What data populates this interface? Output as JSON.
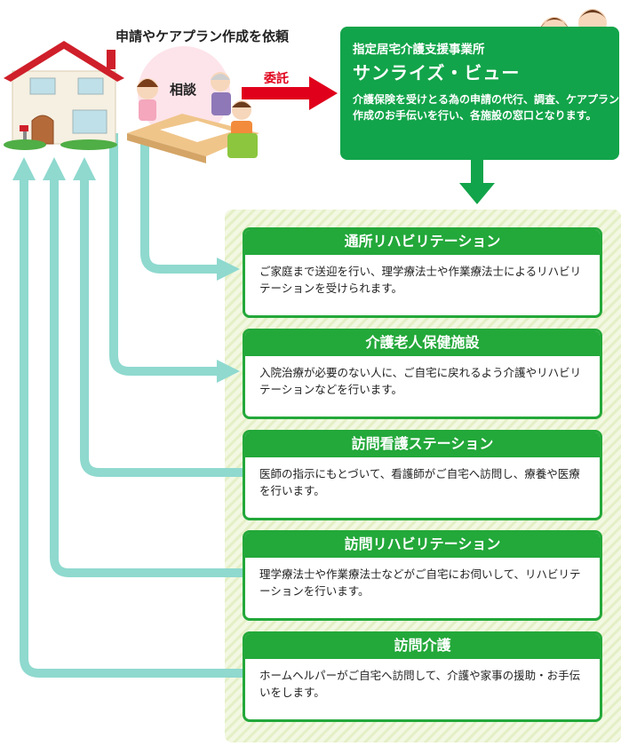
{
  "top_caption": "申請やケアプラン作成を依頼",
  "consult_label": "相談",
  "delegate_label": "委託",
  "provider": {
    "kind": "指定居宅介護支援事業所",
    "name": "サンライズ・ビュー",
    "description": "介護保険を受けとる為の申請の代行、調査、ケアプラン作成のお手伝いを行い、各施設の窓口となります。"
  },
  "services": [
    {
      "title": "通所リハビリテーション",
      "description": "ご家庭まで送迎を行い、理学療法士や作業療法士によるリハビリテーションを受けられます。"
    },
    {
      "title": "介護老人保健施設",
      "description": "入院治療が必要のない人に、ご自宅に戻れるよう介護やリハビリテーションなどを行います。"
    },
    {
      "title": "訪問看護ステーション",
      "description": "医師の指示にもとづいて、看護師がご自宅へ訪問し、療養や医療を行います。"
    },
    {
      "title": "訪問リハビリテーション",
      "description": "理学療法士や作業療法士などがご自宅にお伺いして、リハビリテーションを行います。"
    },
    {
      "title": "訪問介護",
      "description": "ホームヘルパーがご自宅へ訪問して、介護や家事の援助・お手伝いをします。"
    }
  ],
  "colors": {
    "green": "#23a83a",
    "provider_green": "#12a44a",
    "teal_arrow": "#8fd9cf",
    "red_arrow": "#e0001b",
    "panel_bg": "#eef5dc"
  }
}
